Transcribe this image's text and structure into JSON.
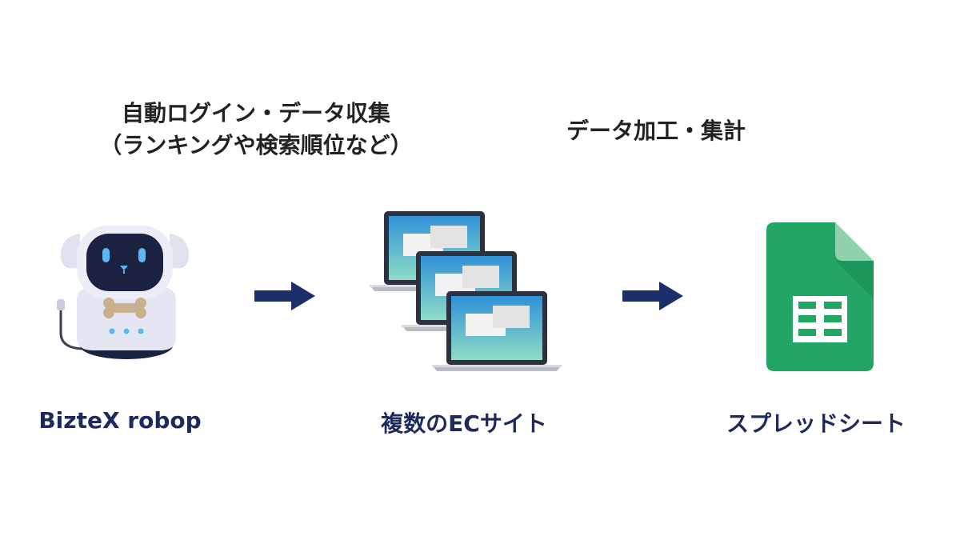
{
  "captions": {
    "step1_line1": "自動ログイン・データ収集",
    "step1_line2": "（ランキングや検索順位など）",
    "step2": "データ加工・集計"
  },
  "nodes": {
    "robot": {
      "label": "BizteX robop",
      "icon": "robot-dog-icon"
    },
    "sites": {
      "label": "複数のECサイト",
      "icon": "laptop-stack-icon"
    },
    "sheet": {
      "label": "スプレッドシート",
      "icon": "spreadsheet-icon"
    }
  },
  "colors": {
    "text_dark": "#222222",
    "label_navy": "#1e2a5c",
    "arrow_navy": "#1c2f6b",
    "sheet_green": "#23a566",
    "robot_body": "#e4e7f3",
    "robot_face": "#1b2140",
    "robot_eyes": "#5bb8f0",
    "robot_bone": "#c9b08f"
  }
}
